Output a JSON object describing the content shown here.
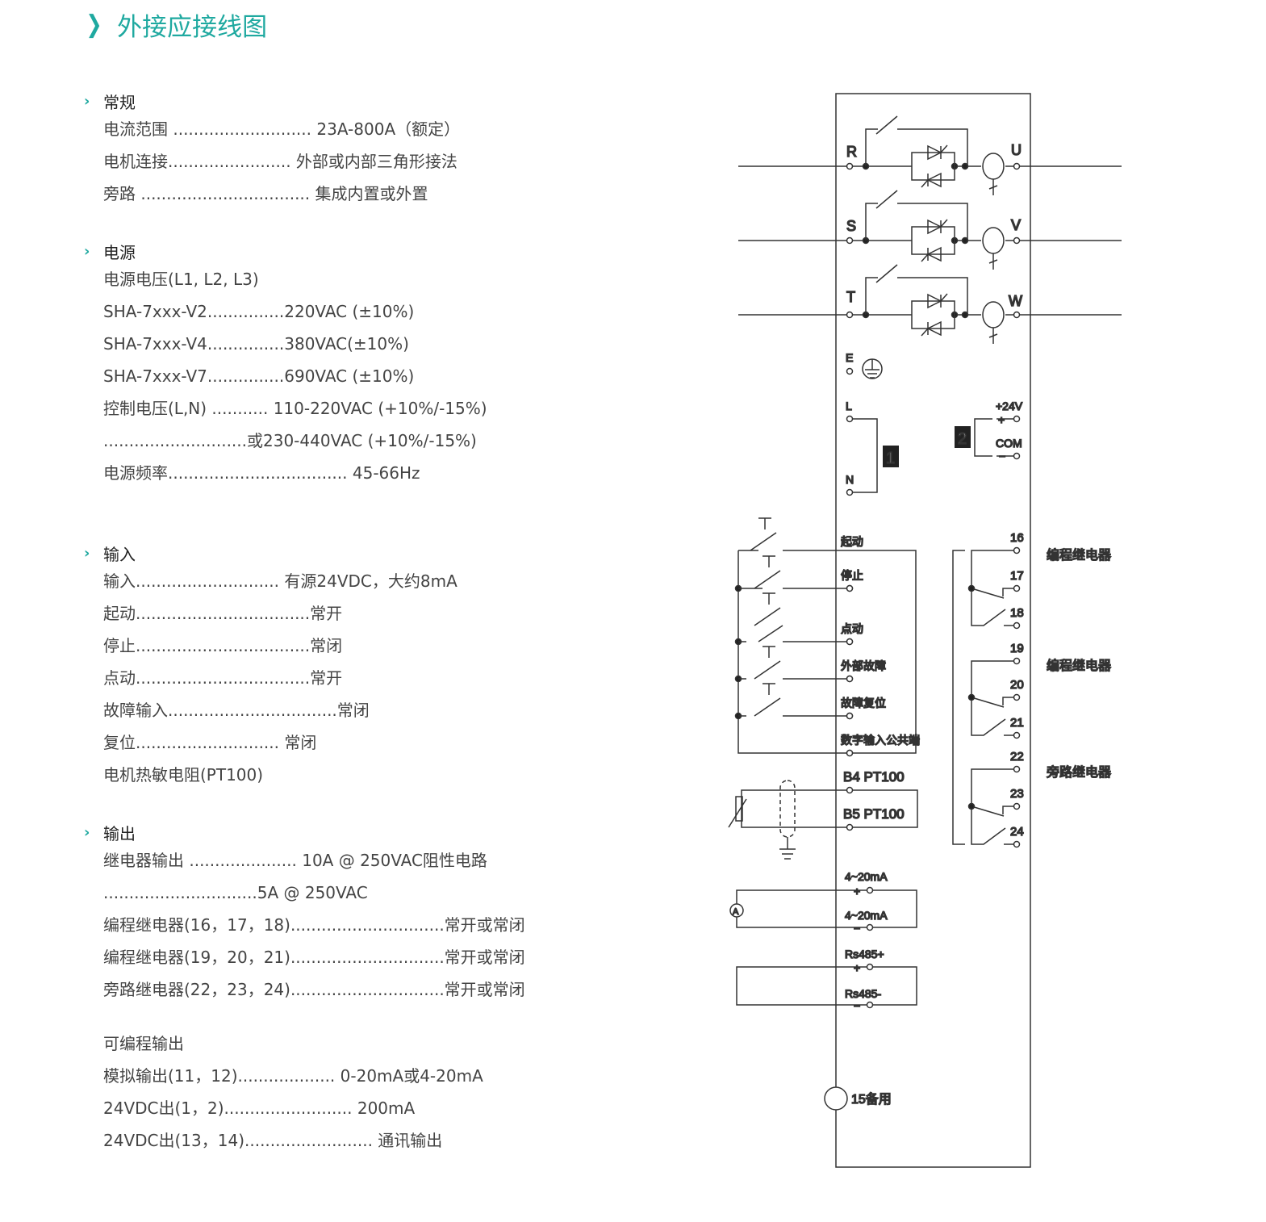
{
  "title": "外接应接线图",
  "sections": [
    {
      "heading": "常规",
      "lines": [
        "电流范围 ........................... 23A-800A（额定）",
        "电机连接........................ 外部或内部三角形接法",
        "旁路 ................................. 集成内置或外置"
      ]
    },
    {
      "heading": "电源",
      "lines": [
        "电源电压(L1, L2, L3)",
        "SHA-7xxx-V2...............220VAC (±10%)",
        "SHA-7xxx-V4...............380VAC(±10%)",
        "SHA-7xxx-V7...............690VAC (±10%)",
        "控制电压(L,N) ........... 110-220VAC (+10%/-15%)",
        "............................或230-440VAC (+10%/-15%)",
        "电源频率................................... 45-66Hz"
      ]
    },
    {
      "heading": "输入",
      "lines": [
        "输入............................ 有源24VDC，大约8mA",
        "起动..................................常开",
        "停止..................................常闭",
        "点动..................................常开",
        "故障输入.................................常闭",
        "复位............................ 常闭",
        "电机热敏电阻(PT100)"
      ]
    },
    {
      "heading": "输出",
      "lines": [
        "继电器输出 ..................... 10A @ 250VAC阻性电路",
        "..............................5A @ 250VAC",
        "编程继电器(16，17，18)..............................常开或常闭",
        "编程继电器(19，20，21)..............................常开或常闭",
        "旁路继电器(22，23，24)..............................常开或常闭"
      ]
    },
    {
      "heading": "",
      "lines": [
        "可编程输出",
        "模拟输出(11，12)................... 0-20mA或4-20mA",
        "24VDC出(1，2)......................... 200mA",
        "24VDC出(13，14)......................... 通讯输出"
      ]
    }
  ],
  "diagram": {
    "phases_in": [
      "R",
      "S",
      "T"
    ],
    "phases_out": [
      "U",
      "V",
      "W"
    ],
    "earth": "E",
    "l": "L",
    "n": "N",
    "box1": "1",
    "box2": "2",
    "p24": "+24V",
    "plus": "+",
    "com": "COM",
    "minus": "−",
    "inputs": [
      "起动",
      "停止",
      "点动",
      "外部故障",
      "故障复位",
      "数字输入公共端"
    ],
    "pt100": [
      "B4 PT100",
      "B5 PT100"
    ],
    "relay_terms": [
      "16",
      "17",
      "18",
      "19",
      "20",
      "21",
      "22",
      "23",
      "24"
    ],
    "relay_labels": [
      "编程继电器",
      "编程继电器",
      "旁路继电器"
    ],
    "analog": [
      "4~20mA",
      "4~20mA"
    ],
    "ammeter": "A",
    "rs485": [
      "Rs485+",
      "Rs485-"
    ],
    "spare": "15备用"
  }
}
